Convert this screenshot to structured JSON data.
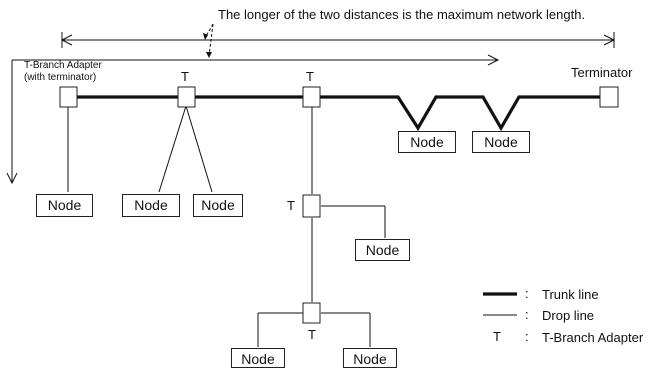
{
  "annotation": "The longer of the two distances is the maximum network length.",
  "adapter_label_line1": "T-Branch Adapter",
  "adapter_label_line2": "(with terminator)",
  "terminator_label": "Terminator",
  "t_marker": "T",
  "node_label": "Node",
  "legend": {
    "colon": ":",
    "trunk": "Trunk line",
    "drop": "Drop line",
    "t_symbol": "T",
    "adapter": "T-Branch Adapter"
  },
  "colors": {
    "line": "#111111",
    "box_border": "#222222",
    "background": "#ffffff"
  }
}
